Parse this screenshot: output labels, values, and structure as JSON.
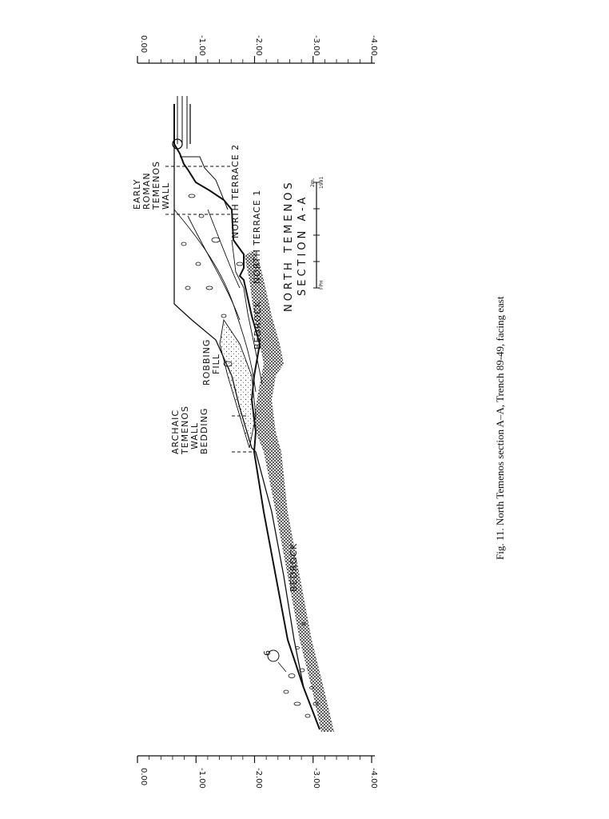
{
  "scale_left": {
    "ticks": [
      "0.00",
      "-1.00",
      "-2.00",
      "-3.00",
      "-4.00"
    ]
  },
  "scale_right": {
    "ticks": [
      "0.00",
      "-1.00",
      "-2.00",
      "-3.00",
      "-4.00"
    ]
  },
  "title": {
    "line1": "NORTH TEMENOS",
    "line2": "SECTION A-A"
  },
  "scale_bar": {
    "unit": "2m.",
    "initials": "FPH",
    "year": "1991"
  },
  "labels": {
    "early_roman": [
      "EARLY",
      "ROMAN",
      "TEMENOS",
      "WALL"
    ],
    "terrace2": "NORTH TERRACE 2",
    "terrace1": "NORTH TERRACE 1",
    "bedrock_upper": "BEDROCK",
    "robbing": [
      "ROBBING",
      "FILL"
    ],
    "archaic": [
      "ARCHAIC",
      "TEMENOS",
      "WALL",
      "BEDDING"
    ],
    "bedrock_lower": "BEDROCK",
    "marker": "6"
  },
  "caption": "Fig. 11. North Temenos section A–A, Trench 89-49, facing east"
}
